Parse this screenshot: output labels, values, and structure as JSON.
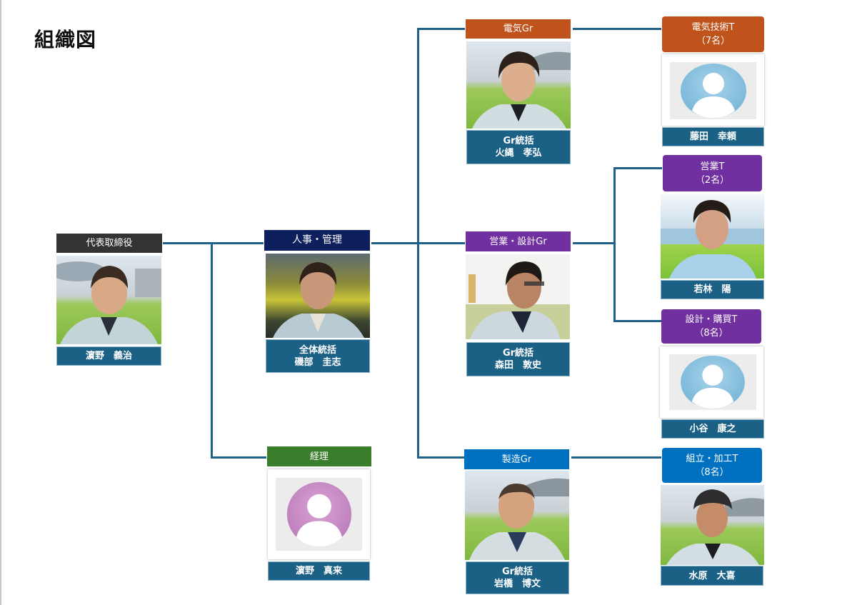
{
  "title": "組織図",
  "colors": {
    "line": "#1f6089",
    "name_bar": "#1b6186",
    "ceo_header": "#333333",
    "admin_header": "#0d1f5c",
    "accounting_header": "#3a7d2a",
    "electric": "#c0521b",
    "sales_design": "#7030a0",
    "manufacturing": "#0070c0"
  },
  "nodes": {
    "ceo": {
      "role": "代表取締役",
      "name": "濵野　義治",
      "photo": "person-photo"
    },
    "admin": {
      "role": "人事・管理",
      "position": "全体統括",
      "name": "磯部　圭志",
      "photo": "person-photo"
    },
    "accounting": {
      "role": "経理",
      "name": "濵野　真来",
      "photo": "placeholder-avatar-icon"
    },
    "electric_gr": {
      "role": "電気Gr",
      "position": "Gr統括",
      "name": "火縄　孝弘",
      "photo": "person-photo"
    },
    "sales_design_gr": {
      "role": "営業・設計Gr",
      "position": "Gr統括",
      "name": "森田　敦史",
      "photo": "person-photo"
    },
    "manufacturing_gr": {
      "role": "製造Gr",
      "position": "Gr統括",
      "name": "岩橋　博文",
      "photo": "person-photo"
    },
    "electric_tech_t": {
      "role": "電気技術T",
      "count": "（7名）",
      "name": "藤田　幸頼",
      "photo": "placeholder-avatar-icon"
    },
    "sales_t": {
      "role": "営業T",
      "count": "（2名）",
      "name": "若林　陽",
      "photo": "person-photo"
    },
    "design_purchase_t": {
      "role": "設計・購買T",
      "count": "（8名）",
      "name": "小谷　康之",
      "photo": "placeholder-avatar-icon"
    },
    "assembly_t": {
      "role": "組立・加工T",
      "count": "（8名）",
      "name": "水原　大喜",
      "photo": "person-photo"
    }
  }
}
